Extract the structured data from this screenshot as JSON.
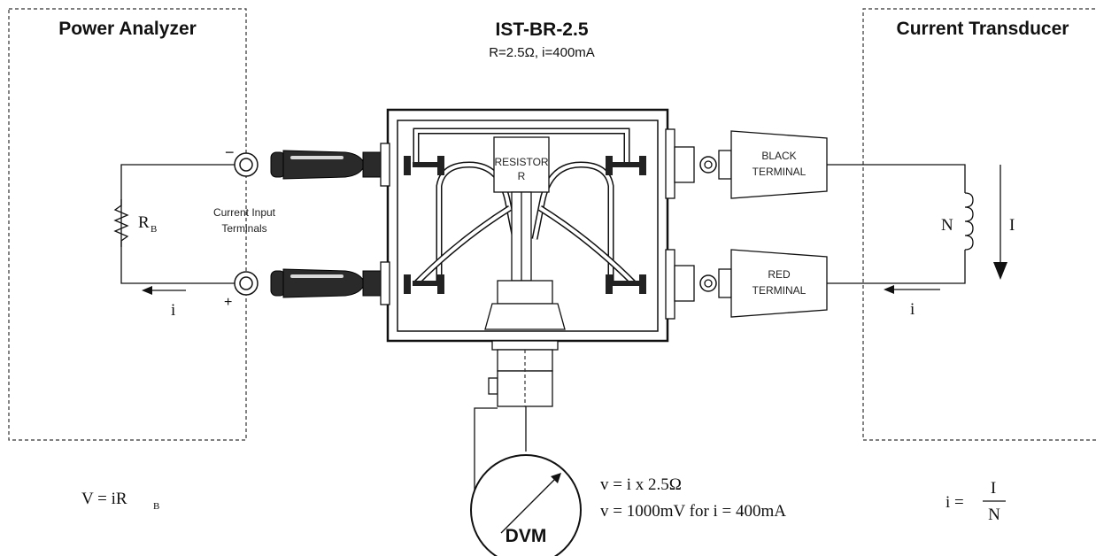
{
  "titles": {
    "left": "Power Analyzer",
    "center": "IST-BR-2.5",
    "center_sub": "R=2.5Ω, i=400mA",
    "right": "Current Transducer"
  },
  "left": {
    "minus": "−",
    "plus": "+",
    "resistor_main": "R",
    "resistor_sub": "B",
    "terminals_line1": "Current Input",
    "terminals_line2": "Terminals",
    "current": "i"
  },
  "center": {
    "resistor_line1": "RESISTOR",
    "resistor_line2": "R",
    "black_line1": "BLACK",
    "black_line2": "TERMINAL",
    "red_line1": "RED",
    "red_line2": "TERMINAL"
  },
  "right": {
    "turns": "N",
    "big_current": "I",
    "current": "i"
  },
  "dvm": {
    "label": "DVM"
  },
  "equations": {
    "left_main": "V = iR",
    "left_sub": "B",
    "mid_1": "v = i x 2.5Ω",
    "mid_2": "v = 1000mV for i = 400mA",
    "right_lhs": "i =",
    "right_num": "I",
    "right_den": "N"
  }
}
